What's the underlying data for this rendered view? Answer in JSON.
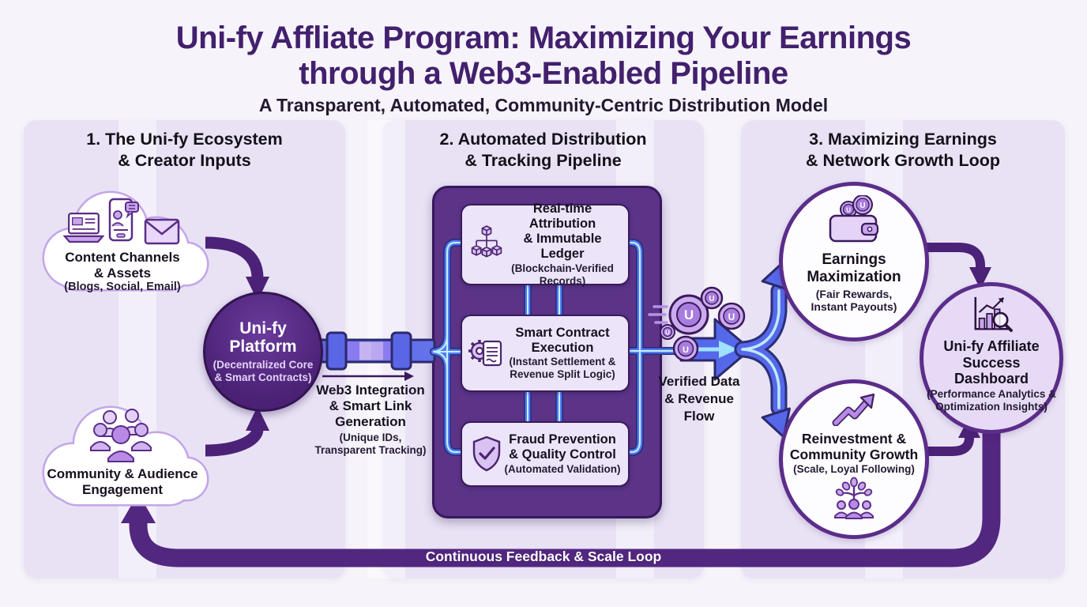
{
  "header": {
    "title": "Uni-fy Affliate Program: Maximizing Your Earnings\nthrough a Web3-Enabled Pipeline",
    "subtitle": "A Transparent, Automated, Community-Centric Distribution Model"
  },
  "panel1": {
    "heading": "1. The Uni-fy Ecosystem\n& Creator Inputs",
    "cloud_top": {
      "label": "Content Channels\n& Assets",
      "sublabel": "(Blogs, Social, Email)"
    },
    "platform": {
      "label": "Uni-fy\nPlatform",
      "sublabel": "(Decentralized Core\n& Smart Contracts)"
    },
    "cloud_bottom": {
      "label": "Community & Audience\nEngagement"
    },
    "web3": {
      "label": "Web3 Integration\n& Smart Link\nGeneration",
      "sublabel": "(Unique IDs,\nTransparent Tracking)"
    }
  },
  "panel2": {
    "heading": "2. Automated Distribution\n& Tracking Pipeline",
    "boxes": [
      {
        "label": "Real-time Attribution\n& Immutable Ledger",
        "sublabel": "(Blockchain-Verified\nRecords)",
        "icon": "blockchain-icon"
      },
      {
        "label": "Smart Contract\nExecution",
        "sublabel": "(Instant Settlement &\nRevenue Split Logic)",
        "icon": "smart-contract-icon"
      },
      {
        "label": "Fraud Prevention\n& Quality Control",
        "sublabel": "(Automated Validation)",
        "icon": "shield-check-icon"
      }
    ],
    "flow_label": "Verified Data\n& Revenue\nFlow",
    "coin_letter": "U"
  },
  "panel3": {
    "heading": "3. Maximizing Earnings\n& Network Growth Loop",
    "earnings": {
      "label": "Earnings\nMaximization",
      "sublabel": "(Fair Rewards,\nInstant Payouts)",
      "icon": "wallet-coins-icon"
    },
    "reinvestment": {
      "label": "Reinvestment &\nCommunity Growth",
      "sublabel": "(Scale, Loyal Following)",
      "icons": [
        "growth-arrow-icon",
        "community-tree-icon"
      ]
    },
    "dashboard": {
      "label": "Uni-fy Affiliate\nSuccess Dashboard",
      "sublabel": "(Performance Analytics\n& Optimization\nInsights)",
      "icon": "analytics-dashboard-icon"
    }
  },
  "loop": {
    "label": "Continuous Feedback & Scale Loop"
  },
  "colors": {
    "title": "#42206d",
    "panel_bg": "#e9e2f5",
    "deep_purple": "#4b2277",
    "pipeline_box": "#5b3387",
    "tube_blue": "#4f7df8",
    "tube_glow": "#c9efff",
    "coin": "#b789e4"
  }
}
